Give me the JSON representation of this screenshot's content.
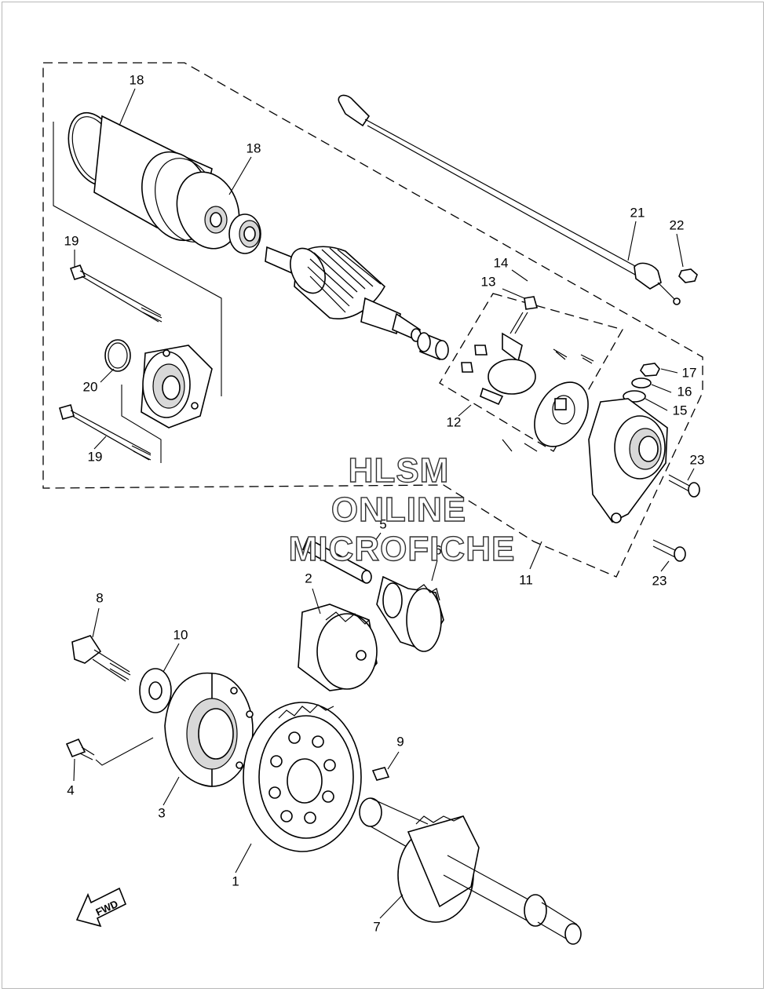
{
  "callouts": [
    {
      "id": "c18a",
      "text": "18"
    },
    {
      "id": "c18b",
      "text": "18"
    },
    {
      "id": "c19a",
      "text": "19"
    },
    {
      "id": "c20",
      "text": "20"
    },
    {
      "id": "c19b",
      "text": "19"
    },
    {
      "id": "c21",
      "text": "21"
    },
    {
      "id": "c22",
      "text": "22"
    },
    {
      "id": "c14",
      "text": "14"
    },
    {
      "id": "c13",
      "text": "13"
    },
    {
      "id": "c17",
      "text": "17"
    },
    {
      "id": "c16",
      "text": "16"
    },
    {
      "id": "c15",
      "text": "15"
    },
    {
      "id": "c12",
      "text": "12"
    },
    {
      "id": "c23a",
      "text": "23"
    },
    {
      "id": "c23b",
      "text": "23"
    },
    {
      "id": "c11",
      "text": "11"
    },
    {
      "id": "c5",
      "text": "5"
    },
    {
      "id": "c6",
      "text": "6"
    },
    {
      "id": "c2",
      "text": "2"
    },
    {
      "id": "c8",
      "text": "8"
    },
    {
      "id": "c10",
      "text": "10"
    },
    {
      "id": "c9",
      "text": "9"
    },
    {
      "id": "c4",
      "text": "4"
    },
    {
      "id": "c3",
      "text": "3"
    },
    {
      "id": "c1",
      "text": "1"
    },
    {
      "id": "c7",
      "text": "7"
    }
  ],
  "watermark": {
    "line1": "HLSM",
    "line2": "ONLINE",
    "line3": "MICROFICHE"
  },
  "direction_marker": "FWD"
}
